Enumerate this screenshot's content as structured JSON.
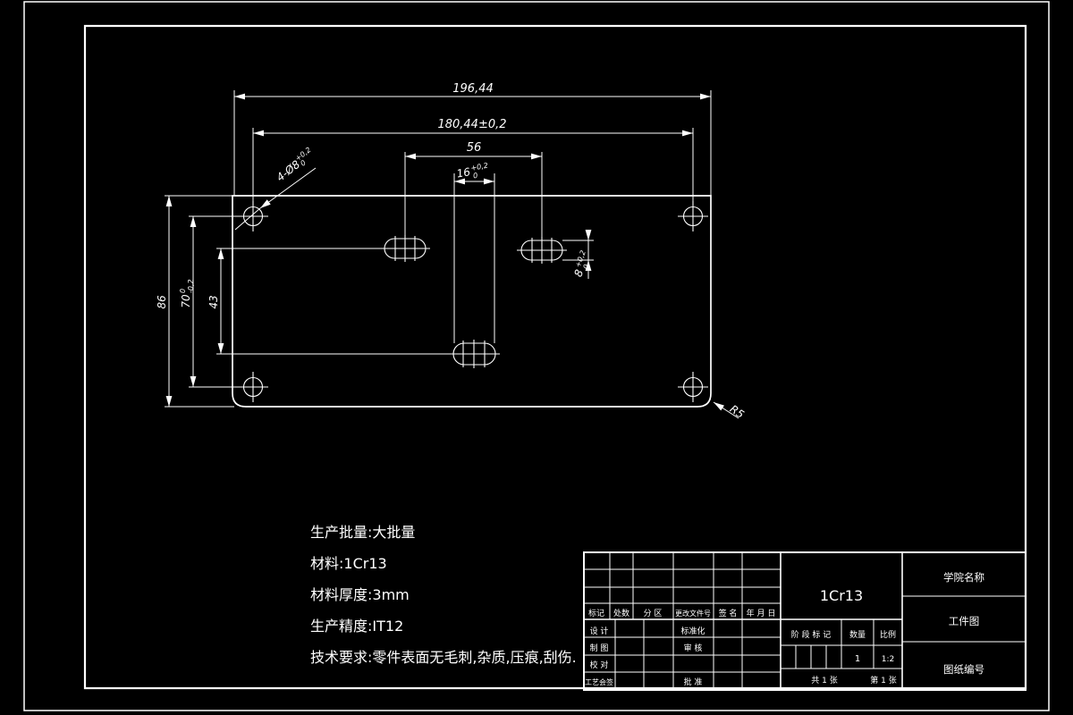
{
  "dims": {
    "total_width": "196,44",
    "hole_span_width": "180,44±0,2",
    "slot_span": "56",
    "slot16": {
      "v": "16",
      "sup": "+0,2",
      "sub": "0"
    },
    "height": "86",
    "hole_span_height": {
      "v": "70",
      "sup": "0",
      "sub": "-0,2"
    },
    "slot_offset": "43",
    "slot8": {
      "v": "8",
      "sup": "+0,2",
      "sub": "0"
    },
    "holes_callout": {
      "v": "4-Ø8",
      "sup": "+0,2",
      "sub": "0"
    },
    "fillet": "R5"
  },
  "notes": [
    "生产批量:大批量",
    "材料:1Cr13",
    "材料厚度:3mm",
    "生产精度:IT12",
    "技术要求:零件表面无毛刺,杂质,压痕,刮伤."
  ],
  "title_block": {
    "material": "1Cr13",
    "school": "学院名称",
    "doc_title": "工件图",
    "doc_number": "图纸编号",
    "rev_header": [
      "标记",
      "处数",
      "分 区",
      "更改文件号",
      "签 名",
      "年 月 日"
    ],
    "roles_left": [
      "设 计",
      "制 图",
      "校 对",
      "工艺会签"
    ],
    "roles_right": [
      "标准化",
      "审 核",
      "批 准"
    ],
    "stage_label": "阶 段 标 记",
    "qty_label": "数量",
    "scale_label": "比例",
    "qty_value": "1",
    "scale_value": "1:2",
    "sheets_total": "共 1 张",
    "sheet_no": "第 1 张"
  }
}
